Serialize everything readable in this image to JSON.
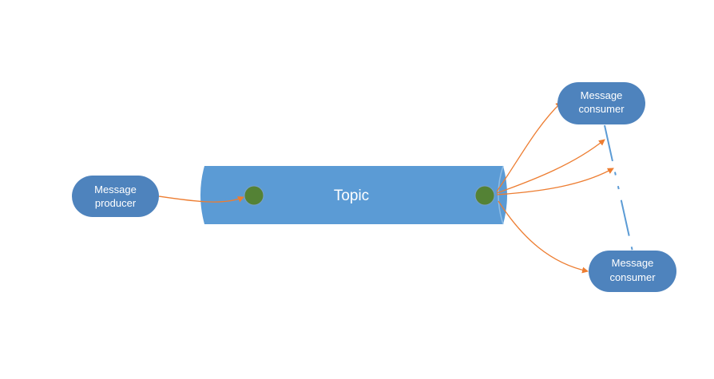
{
  "producer": {
    "label_line1": "Message",
    "label_line2": "producer"
  },
  "topic": {
    "label": "Topic"
  },
  "consumers": [
    {
      "label_line1": "Message",
      "label_line2": "consumer"
    },
    {
      "label_line1": "Message",
      "label_line2": "consumer"
    }
  ],
  "colors": {
    "node_fill": "#4e83bd",
    "topic_fill": "#5b9bd5",
    "topic_edge": "#6fa7dc",
    "arrow": "#ed7d31",
    "message_dot": "#548235",
    "connector": "#5b9bd5"
  }
}
